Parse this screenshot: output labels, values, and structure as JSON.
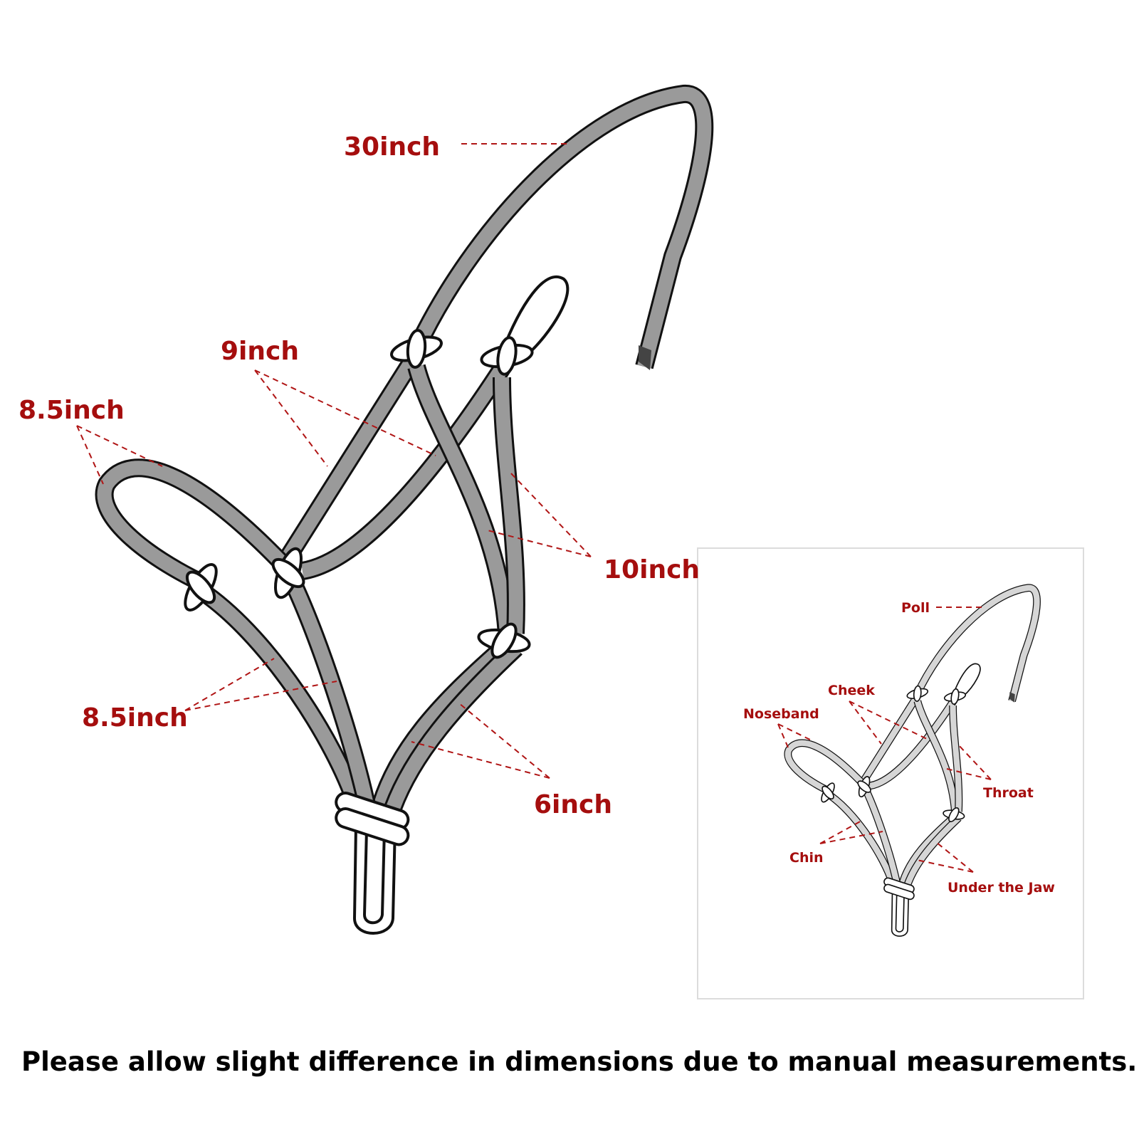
{
  "main_labels": {
    "crown": "30inch",
    "cheek": "9inch",
    "noseband": "8.5inch",
    "throat": "10inch",
    "chin": "8.5inch",
    "under_jaw": "6inch"
  },
  "inset_labels": {
    "poll": "Poll",
    "cheek": "Cheek",
    "noseband": "Noseband",
    "throat": "Throat",
    "chin": "Chin",
    "under_jaw": "Under the Jaw"
  },
  "note": "Please allow slight difference in dimensions due to manual measurements.",
  "colors": {
    "main_rope": "#9a9a9a",
    "inset_rope": "#d6d6d6",
    "label": "#a50e0e"
  }
}
